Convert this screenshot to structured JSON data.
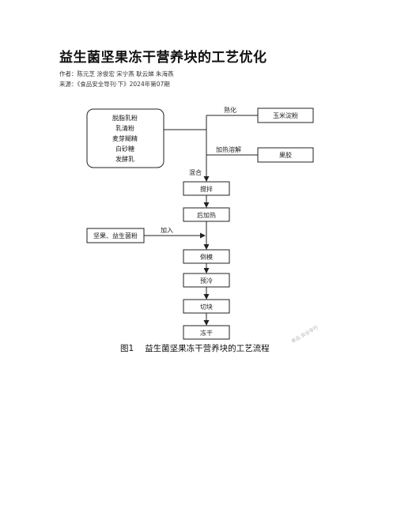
{
  "article": {
    "title": "益生菌坚果冻干营养块的工艺优化",
    "authors_line": "作者：陈元芝 涂俊宏 宋宁燕 耿云娣 朱海燕",
    "source_line": "来源：《食品安全导刊·下》2024年第07期"
  },
  "figure": {
    "ingredients": [
      "脱脂乳粉",
      "乳清粉",
      "麦芽糊精",
      "白砂糖",
      "发酵乳"
    ],
    "labels": {
      "cure": "熟化",
      "heat_dissolve": "加热溶解",
      "mix": "混合",
      "add": "加入"
    },
    "side_boxes": {
      "corn_starch": "玉米淀粉",
      "pectin": "果胶",
      "nuts": "坚果、益生菌粉"
    },
    "steps": [
      "搅拌",
      "后加热",
      "倒模",
      "预冷",
      "切块",
      "冻干"
    ],
    "caption_number": "图1",
    "caption_text": "益生菌坚果冻干营养块的工艺流程",
    "watermark": "食品·安全导刊"
  }
}
